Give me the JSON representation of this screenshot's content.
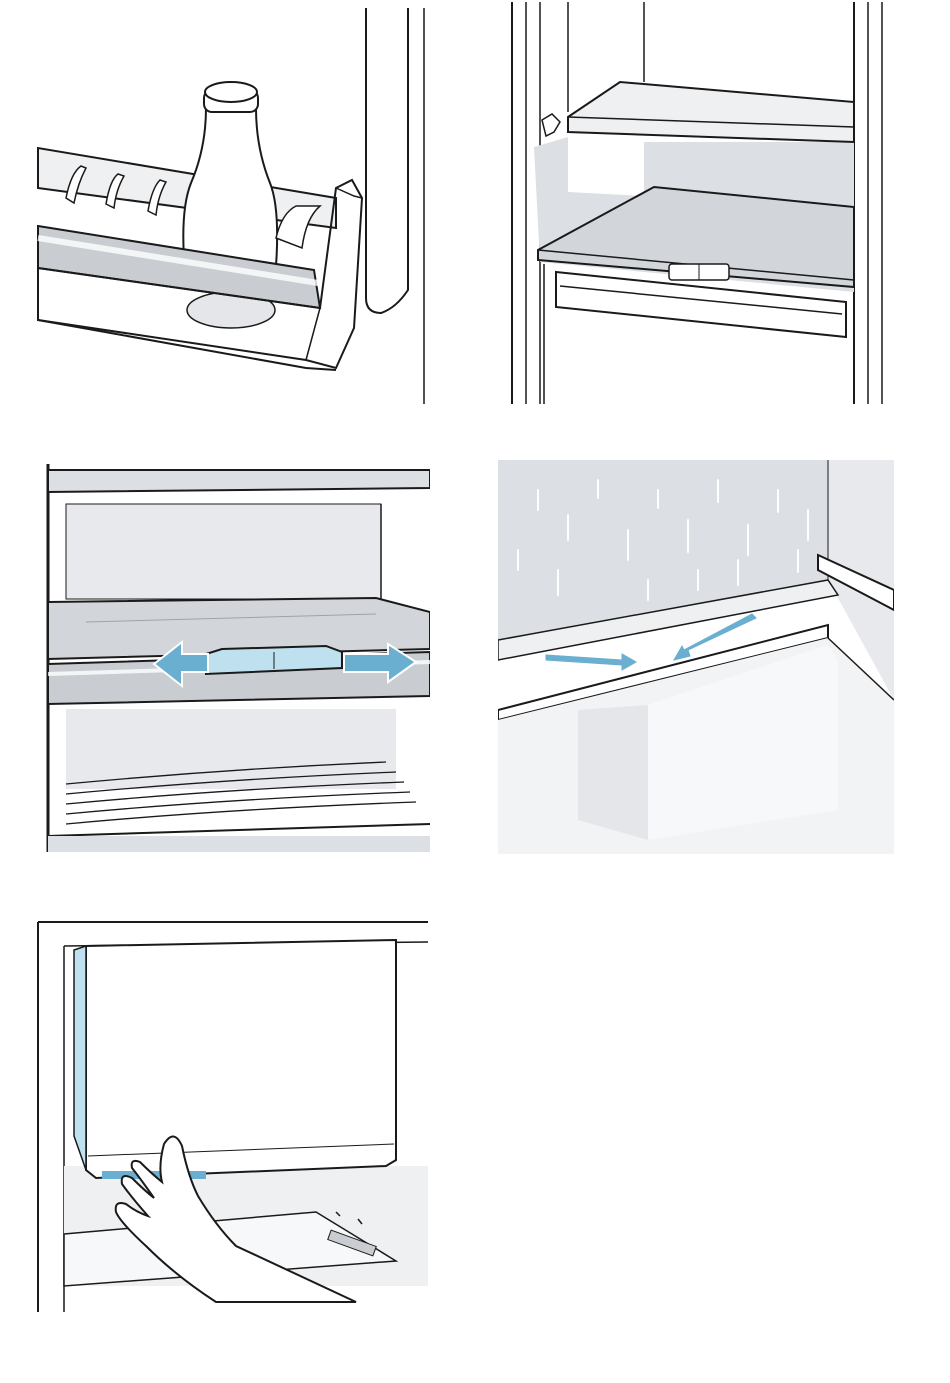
{
  "colors": {
    "line": "#1a1a1a",
    "shade_light": "#eef0f2",
    "shade_mid": "#dcdfe3",
    "shade_dark": "#c9cdd2",
    "accent_blue": "#6aaed0",
    "accent_blue_light": "#bfe0ee"
  },
  "illustrations": [
    {
      "name": "door-bottle-shelf",
      "icon": "milk-bottle-icon"
    },
    {
      "name": "adjustable-glass-shelf",
      "icon": "arrow-hint-icon"
    },
    {
      "name": "shelf-slider-adjustment",
      "icon": "double-arrow-icon"
    },
    {
      "name": "condensation-drain-channel",
      "icon": "drain-arrow-icon"
    },
    {
      "name": "freezer-flap-opening",
      "icon": "hand-icon"
    }
  ]
}
